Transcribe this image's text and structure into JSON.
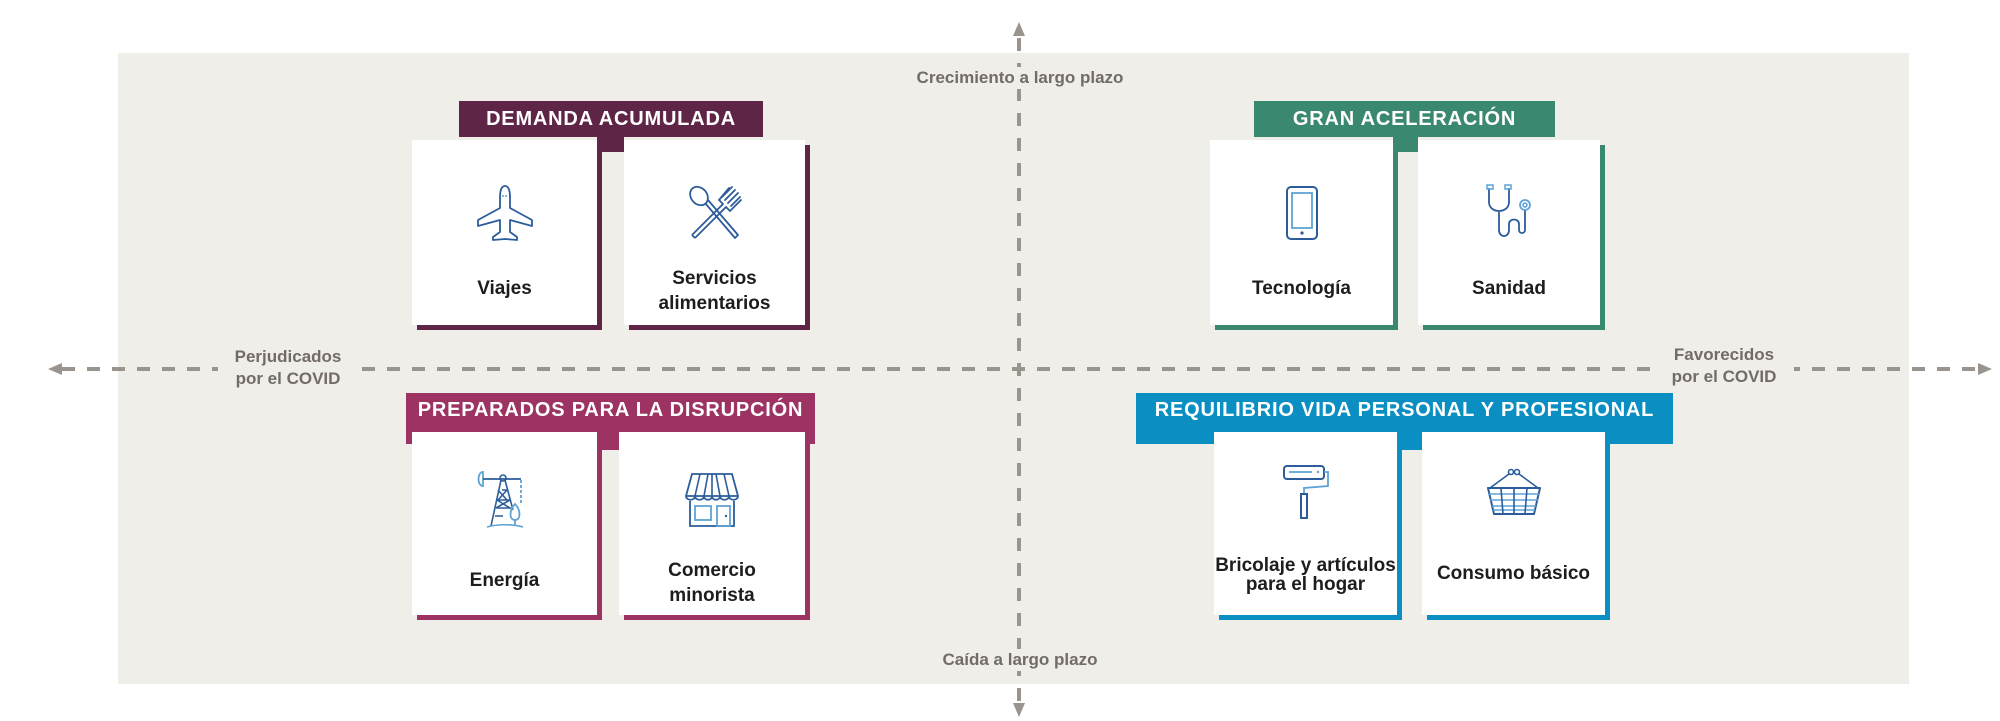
{
  "axes": {
    "top": "Crecimiento a largo plazo",
    "bottom": "Caída a largo plazo",
    "left": [
      "Perjudicados",
      "por el COVID"
    ],
    "right": [
      "Favorecidos",
      "por el COVID"
    ]
  },
  "colors": {
    "panel": "#efeee9",
    "axis": "#9a948f",
    "axis_text": "#736b67",
    "icon_dark": "#2c5d9a",
    "icon_light": "#5ea3d6"
  },
  "quadrants": [
    {
      "id": "demanda",
      "title": "DEMANDA ACUMULADA",
      "color": "#5e2547",
      "position": "top-left",
      "items": [
        {
          "label": [
            "Viajes"
          ],
          "icon": "airplane-icon"
        },
        {
          "label": [
            "Servicios",
            "alimentarios"
          ],
          "icon": "fork-spoon-icon"
        }
      ]
    },
    {
      "id": "aceleracion",
      "title": "GRAN ACELERACIÓN",
      "color": "#3b8871",
      "position": "top-right",
      "items": [
        {
          "label": [
            "Tecnología"
          ],
          "icon": "smartphone-icon"
        },
        {
          "label": [
            "Sanidad"
          ],
          "icon": "stethoscope-icon"
        }
      ]
    },
    {
      "id": "disrupcion",
      "title": "PREPARADOS PARA LA DISRUPCIÓN",
      "color": "#9c3363",
      "position": "bottom-left",
      "items": [
        {
          "label": [
            "Energía"
          ],
          "icon": "oil-pump-icon"
        },
        {
          "label": [
            "Comercio",
            "minorista"
          ],
          "icon": "storefront-icon"
        }
      ]
    },
    {
      "id": "equilibrio",
      "title": "REQUILIBRIO VIDA PERSONAL Y PROFESIONAL",
      "color": "#0b8fc3",
      "position": "bottom-right",
      "items": [
        {
          "label": [
            "Bricolaje y artículos",
            "para el hogar"
          ],
          "icon": "paint-roller-icon"
        },
        {
          "label": [
            "Consumo básico"
          ],
          "icon": "shopping-basket-icon"
        }
      ]
    }
  ]
}
